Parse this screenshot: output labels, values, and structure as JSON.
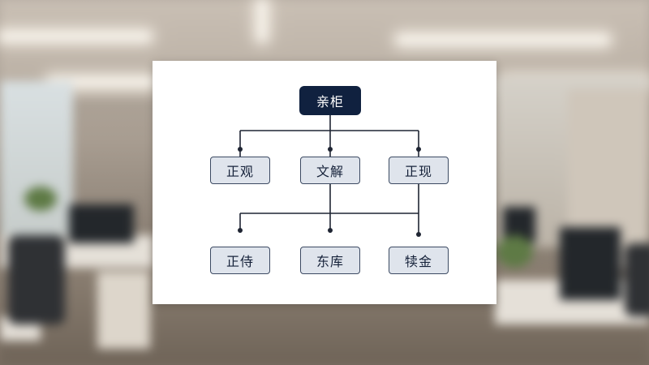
{
  "diagram": {
    "root": {
      "label": "亲柜"
    },
    "level1": [
      {
        "label": "正观"
      },
      {
        "label": "文解"
      },
      {
        "label": "正现"
      }
    ],
    "level2": [
      {
        "label": "正侍"
      },
      {
        "label": "东库"
      },
      {
        "label": "犊金"
      }
    ],
    "colors": {
      "root_fill": "#10213f",
      "node_fill": "#dfe4ec",
      "node_border": "#3c4a62",
      "connector": "#1f2533"
    }
  }
}
